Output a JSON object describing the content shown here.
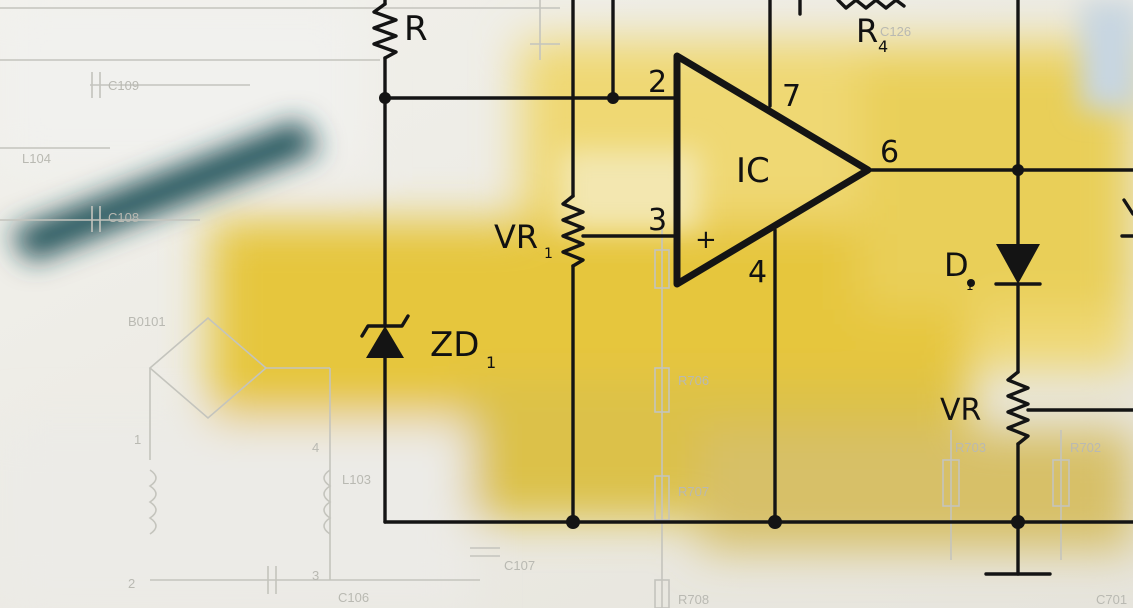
{
  "diagram": {
    "labels": {
      "r_top": "R",
      "r_top_right": "R",
      "r_top_right_sub": "4",
      "ic": "IC",
      "pin2": "2",
      "pin3": "3",
      "pin4": "4",
      "pin6": "6",
      "pin7": "7",
      "plus": "+",
      "vr1": "VR",
      "vr1_sub": "1",
      "zd1": "ZD",
      "zd1_sub": "1",
      "d1": "D",
      "d1_sub": "1",
      "vr_right": "VR"
    },
    "background_labels": {
      "c109": "C109",
      "c108": "C108",
      "l104": "L104",
      "c126": "C126",
      "b0101": "B0101",
      "l103": "L103",
      "c107": "C107",
      "c106": "C106",
      "r706": "R706",
      "r707": "R707",
      "r708": "R708",
      "r703": "R703",
      "r702": "R702",
      "c701": "C701",
      "n1": "1",
      "n2": "2",
      "n3": "3",
      "n4": "4"
    },
    "colors": {
      "wire": "#141414",
      "background_yellow": "#e8c93a",
      "background_teal": "#1f4d55",
      "faint_schematic": "#bdbdb6"
    }
  }
}
